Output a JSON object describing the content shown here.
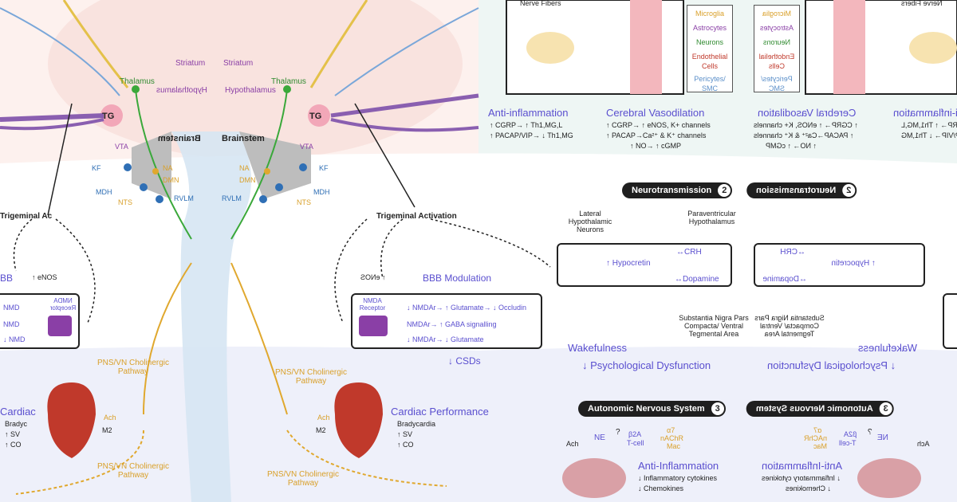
{
  "brain": {
    "nerve_fibers": "Nerve Fibers",
    "striatum": "Striatum",
    "thalamus": "Thalamus",
    "hypothalamus": "Hypothalamus",
    "tg": "TG",
    "brainstem": "Brainstem",
    "vta": "VTA",
    "nuclei": {
      "kf": "KF",
      "na": "NA",
      "dmn": "DMN",
      "mdh": "MDH",
      "rvlm": "RVLM",
      "nts": "NTS"
    }
  },
  "legend": {
    "items": [
      {
        "label": "Microglia",
        "color": "#d9a02a"
      },
      {
        "label": "Astrocytes",
        "color": "#8a3fa6"
      },
      {
        "label": "Neurons",
        "color": "#2f8a2f"
      },
      {
        "label": "Endothelial Cells",
        "color": "#c0392b"
      },
      {
        "label": "Pericytes/ SMC",
        "color": "#5b8fc9"
      }
    ]
  },
  "panel1": {
    "anti_inflammation": {
      "title": "Anti-inflammation",
      "lines": [
        "↑ CGRP→ ↑ Th1,MG,L",
        "↑ PACAP/VIP→ ↓ Th1,MG"
      ]
    },
    "vasodilation": {
      "title": "Cerebral Vasodilation",
      "lines": [
        "↑ CGRP→ ↑ eNOS, K+ channels",
        "↑ PACAP→Ca²⁺ & K⁺ channels",
        "↑ NO→ ↑ cGMP"
      ]
    }
  },
  "panel2": {
    "header": "Neurotransmission",
    "number": "2",
    "lateral": "Lateral Hypothalamic Neurons",
    "paraventricular": "Paraventricular Hypothalamus",
    "hypocretin": "↑ Hypocretin",
    "crh": "↔CRH",
    "dopamine": "↔Dopamine",
    "substantia": "Substantia Nigra Pars Compacta/ Ventral Tegmental Area",
    "wakefulness": "Wakefulness",
    "psych": "↓ Psychological Dysfunction"
  },
  "trigeminal": {
    "activation": "Trigeminal Activation",
    "enos": "↑ eNOS",
    "bbb": "BBB Modulation",
    "nmda_receptor": "NMDA Receptor",
    "nmda_lines": [
      "↓ NMDAr→ ↑ Glutamate→ ↓ Occludin",
      "NMDAr→ ↑ GABA signalling",
      "↓ NMDAr→ ↓ Glutamate"
    ],
    "csds": "↓ CSDs"
  },
  "pns": {
    "pathway": "PNS/VN Cholinergic Pathway",
    "ach": "Ach",
    "m2": "M2",
    "cardiac_title": "Cardiac Performance",
    "cardiac_items": [
      "Bradycardia",
      "↑ SV",
      "↑ CO"
    ]
  },
  "panel3": {
    "header": "Autonomic Nervous System",
    "number": "3",
    "ne": "NE",
    "q": "?",
    "b2a": "β2A",
    "tcell": "T-cell",
    "a7": "α7",
    "nachr": "nAChR",
    "mac": "Mac",
    "ach": "Ach",
    "anti_title": "Anti-Inflammation",
    "anti_items": [
      "↓ Inflammatory cytokines",
      "↓ Chemokines"
    ]
  },
  "left_partial": {
    "trig": "Trigeminal Ac",
    "bb": "BB",
    "nmda1": "NMD",
    "nmda2": "NMD",
    "nmda3": "↓ NMD",
    "cardiac": "Cardiac",
    "brady": "Bradyc",
    "sv": "↑ SV",
    "co": "↑ CO"
  }
}
